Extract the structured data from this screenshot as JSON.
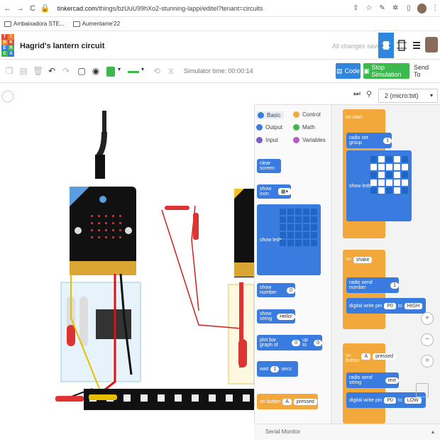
{
  "browser": {
    "back": "←",
    "forward": "→",
    "reload": "C",
    "url_domain": "tinkercad.com",
    "url_path": "/things/bzUuU99hXo2-stunning-lappi/editel?tenant=circuits",
    "bookmarks": [
      "Ambaixadora STE...",
      "Aumentame'22"
    ]
  },
  "app": {
    "logo_letters": [
      "T",
      "I",
      "N",
      "K",
      "E",
      "R",
      "C",
      "A"
    ],
    "title": "Hagrid's lantern circuit",
    "save_status": "All changes saved"
  },
  "toolbar": {
    "sim_time": "Simulator time: 00:00:14",
    "code_label": "Code",
    "stop_label": "Stop Simulation",
    "send_label": "Send To"
  },
  "device_select": {
    "value": "2 (micro:bit)"
  },
  "palette": {
    "categories": [
      {
        "label": "Basic",
        "color": "#3a7be0"
      },
      {
        "label": "Control",
        "color": "#f2a83a"
      },
      {
        "label": "Output",
        "color": "#3a7be0"
      },
      {
        "label": "Math",
        "color": "#3db84d"
      },
      {
        "label": "Input",
        "color": "#7b5ccc"
      },
      {
        "label": "Variables",
        "color": "#b05ccc"
      }
    ],
    "blocks": {
      "clear_screen": "clear screen",
      "show_icon": "show icon",
      "show_leds": "show leds",
      "show_number": "show number",
      "show_number_val": "0",
      "show_string": "show string",
      "show_string_val": "Hello!",
      "plot_bar": "plot bar graph of",
      "plot_a": "0",
      "plot_upto": "up to",
      "plot_b": "0",
      "wait": "wait",
      "wait_val": "1",
      "wait_unit": "secs",
      "on_button": "on button",
      "on_button_key": "A",
      "on_button_event": "pressed"
    }
  },
  "workspace": {
    "on_start": "on start",
    "radio_set_group": "radio set group",
    "radio_group_val": "1",
    "show_leds": "show leds",
    "on_shake": "on",
    "shake": "shake",
    "radio_send_number": "radio send number",
    "radio_send_val": "1",
    "digital_write": "digital write pin",
    "pin": "P0",
    "to": "to",
    "high": "HIGH",
    "on_button": "on button",
    "button_key": "A",
    "button_event": "pressed",
    "radio_send_string": "radio send string",
    "string_val": "text",
    "low": "LOW"
  },
  "serial_monitor": "Serial Monitor",
  "led_pattern": [
    [
      0,
      1,
      0,
      1,
      0
    ],
    [
      1,
      1,
      1,
      1,
      1
    ],
    [
      0,
      1,
      0,
      1,
      0
    ],
    [
      1,
      1,
      1,
      1,
      1
    ],
    [
      0,
      1,
      0,
      1,
      0
    ]
  ],
  "colors": {
    "primary": "#2e86de",
    "green": "#3db84d",
    "orange": "#f2a83a",
    "block_blue": "#3a7be0"
  }
}
